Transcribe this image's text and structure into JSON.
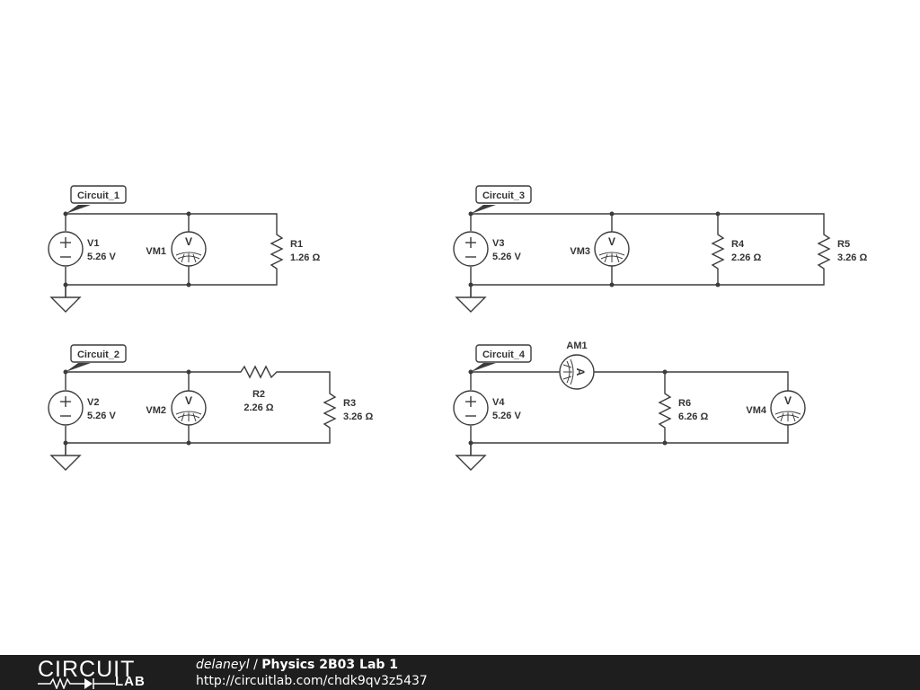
{
  "schematic": {
    "nets": [
      "Circuit_1",
      "Circuit_2",
      "Circuit_3",
      "Circuit_4"
    ],
    "components": [
      {
        "id": "V1",
        "value": "5.26 V"
      },
      {
        "id": "VM1"
      },
      {
        "id": "R1",
        "value": "1.26 Ω"
      },
      {
        "id": "V2",
        "value": "5.26 V"
      },
      {
        "id": "VM2"
      },
      {
        "id": "R2",
        "value": "2.26 Ω"
      },
      {
        "id": "R3",
        "value": "3.26 Ω"
      },
      {
        "id": "V3",
        "value": "5.26 V"
      },
      {
        "id": "VM3"
      },
      {
        "id": "R4",
        "value": "2.26 Ω"
      },
      {
        "id": "R5",
        "value": "3.26 Ω"
      },
      {
        "id": "AM1"
      },
      {
        "id": "V4",
        "value": "5.26 V"
      },
      {
        "id": "R6",
        "value": "6.26 Ω"
      },
      {
        "id": "VM4"
      }
    ],
    "meter_letters": {
      "voltmeter": "V",
      "ammeter": "A"
    }
  },
  "footer": {
    "logo_top": "CIRCUIT",
    "logo_bottom": "LAB",
    "author": "delaneyl",
    "separator": " / ",
    "title": "Physics 2B03 Lab 1",
    "url": "http://circuitlab.com/chdk9qv3z5437"
  },
  "colors": {
    "wire": "#3c3c3c",
    "footer_bg": "#1e1e1e",
    "background": "#ffffff"
  }
}
